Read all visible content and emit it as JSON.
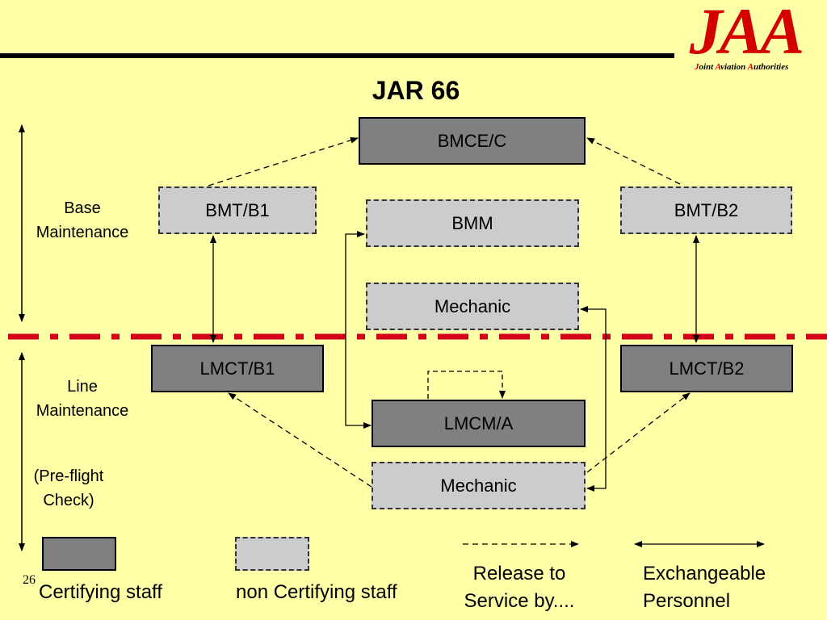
{
  "header": {
    "title": "JAR 66",
    "logo_text": "JAA",
    "logo_subtitle": {
      "p1_r": "J",
      "p1": "oint ",
      "p2_r": "A",
      "p2": "viation ",
      "p3_r": "A",
      "p3": "uthorities"
    }
  },
  "boxes": {
    "bmce_c": "BMCE/C",
    "bmt_b1": "BMT/B1",
    "bmm": "BMM",
    "bmt_b2": "BMT/B2",
    "mechanic_base": "Mechanic",
    "lmct_b1": "LMCT/B1",
    "lmct_b2": "LMCT/B2",
    "lmcm_a": "LMCM/A",
    "mechanic_line": "Mechanic"
  },
  "side_labels": {
    "base_line1": "Base",
    "base_line2": "Maintenance",
    "line_line1": "Line",
    "line_line2": "Maintenance",
    "preflight_line1": "(Pre-flight",
    "preflight_line2": "Check)"
  },
  "legend": {
    "certifying": "Certifying staff",
    "non_certifying": "non Certifying staff",
    "release_line1": "Release to",
    "release_line2": "Service by....",
    "exchange_line1": "Exchangeable",
    "exchange_line2": "Personnel"
  },
  "page_number": "26",
  "colors": {
    "background": "#ffffa8",
    "certifying_fill": "#808080",
    "non_certifying_fill": "#cccccc",
    "divider": "#d4001a",
    "logo": "#d40000"
  }
}
